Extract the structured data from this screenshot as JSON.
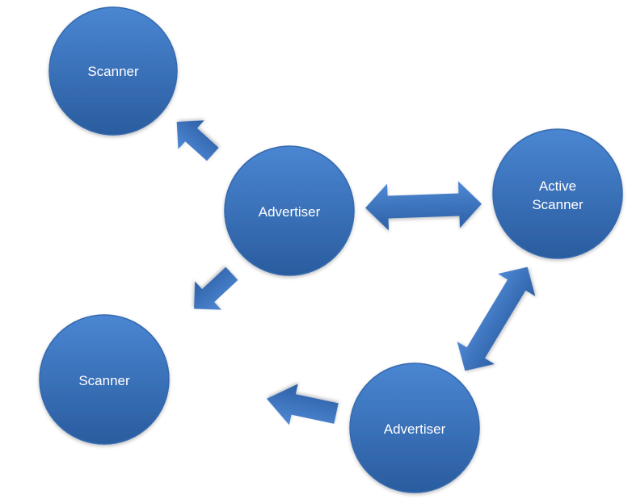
{
  "colors": {
    "node_fill_top": "#4a86d2",
    "node_fill_bottom": "#2a5c9f",
    "node_stroke": "#3569ad",
    "arrow_fill_light": "#4e88d4",
    "arrow_fill_dark": "#2d60a6",
    "background": "#ffffff"
  },
  "nodes": {
    "scanner_top": {
      "label": "Scanner"
    },
    "advertiser_center": {
      "label": "Advertiser"
    },
    "active_scanner": {
      "label_line1": "Active",
      "label_line2": "Scanner"
    },
    "scanner_bottom": {
      "label": "Scanner"
    },
    "advertiser_bottom": {
      "label": "Advertiser"
    }
  },
  "arrows": [
    {
      "from": "Advertiser",
      "to": "Scanner",
      "direction": "one-way"
    },
    {
      "from": "Advertiser",
      "to": "Scanner",
      "direction": "one-way"
    },
    {
      "from": "Advertiser",
      "to": "Active Scanner",
      "direction": "two-way"
    },
    {
      "from": "Active Scanner",
      "to": "Advertiser",
      "direction": "two-way"
    },
    {
      "from": "Advertiser",
      "to": "Scanner",
      "direction": "one-way"
    }
  ]
}
